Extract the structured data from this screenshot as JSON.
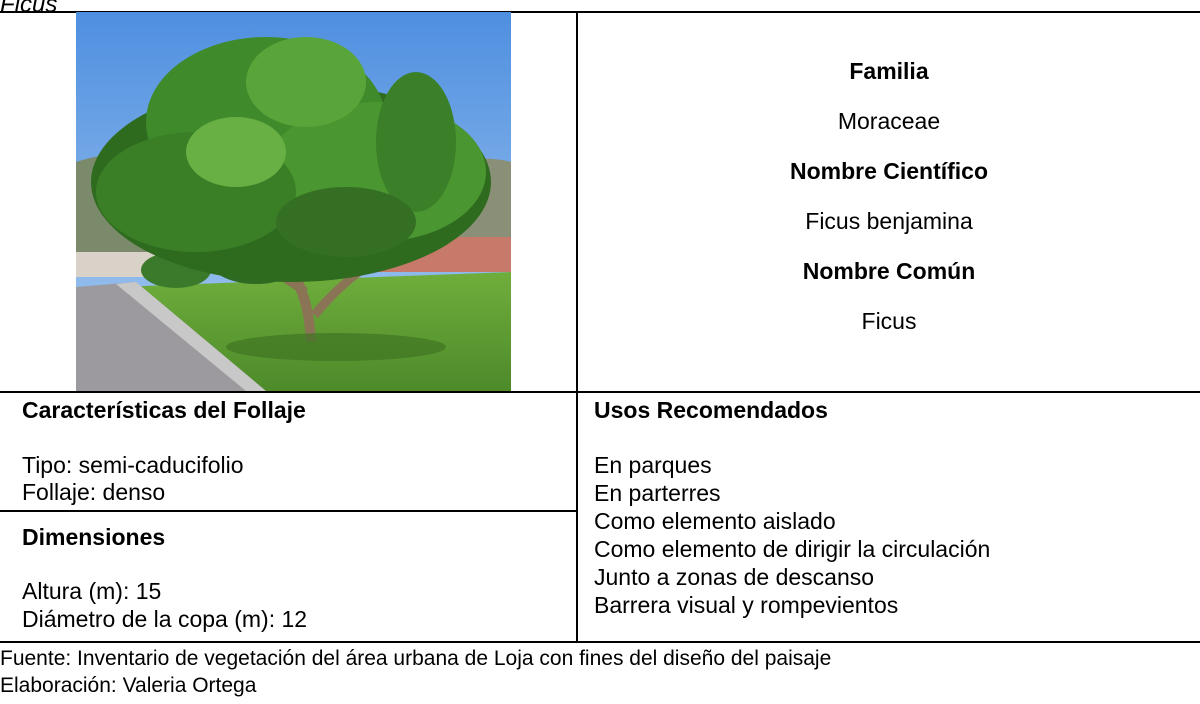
{
  "caption": "Ficus",
  "info": {
    "familia_label": "Familia",
    "familia_value": "Moraceae",
    "cientifico_label": "Nombre Científico",
    "cientifico_value": "Ficus benjamina",
    "comun_label": "Nombre Común",
    "comun_value": "Ficus"
  },
  "follaje": {
    "heading": "Características del Follaje",
    "tipo": "Tipo: semi-caducifolio",
    "follaje": "Follaje: denso"
  },
  "dimensiones": {
    "heading": "Dimensiones",
    "altura": "Altura (m): 15",
    "diametro": "Diámetro de la copa (m): 12"
  },
  "usos": {
    "heading": "Usos Recomendados",
    "items": [
      "En parques",
      "En parterres",
      "Como elemento aislado",
      "Como elemento de dirigir la circulación",
      "Junto a zonas de descanso",
      "Barrera visual y rompevientos"
    ]
  },
  "footer": {
    "fuente": "Fuente: Inventario de vegetación del área urbana de Loja con fines del diseño del paisaje",
    "elaboracion": "Elaboración: Valeria Ortega"
  }
}
